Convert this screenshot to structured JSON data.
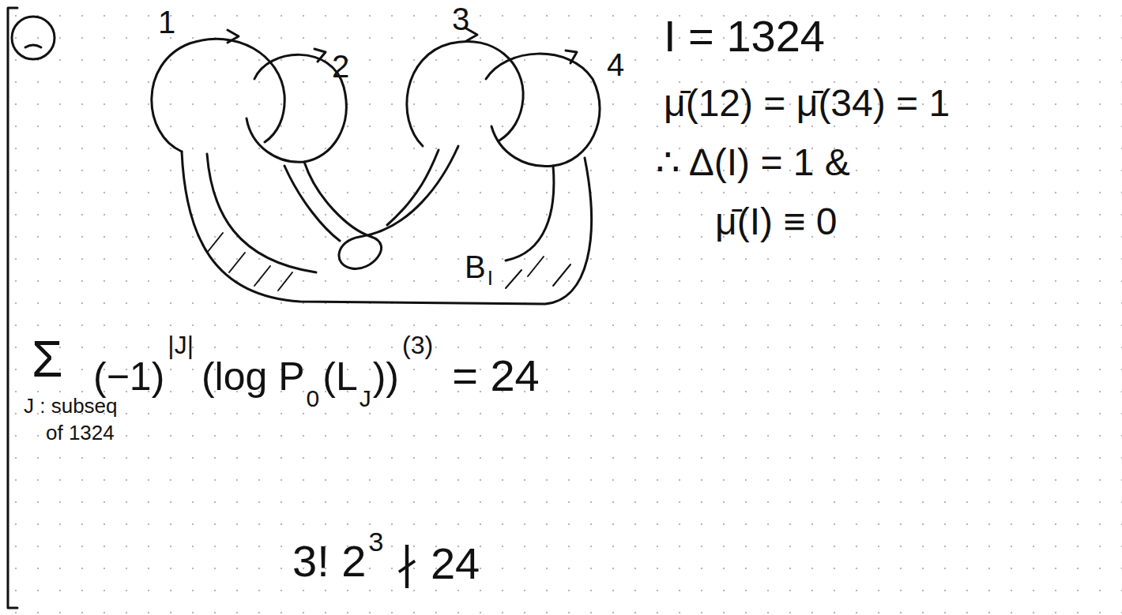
{
  "diagram": {
    "labels": [
      "1",
      "2",
      "3",
      "4",
      "B",
      "I",
      "I = 1324",
      "μ̄(12) = μ̄(34) = 1",
      "∴ Δ(I) = 1 &",
      "μ̄(I) ≡ 0",
      "Σ",
      "J : subseq",
      "of 1324",
      "(−1)",
      "|J|",
      "(log P",
      "0",
      "(L",
      "J",
      "))",
      "(3)",
      "= 24",
      "3! 2",
      "3",
      "∤ 24"
    ]
  }
}
